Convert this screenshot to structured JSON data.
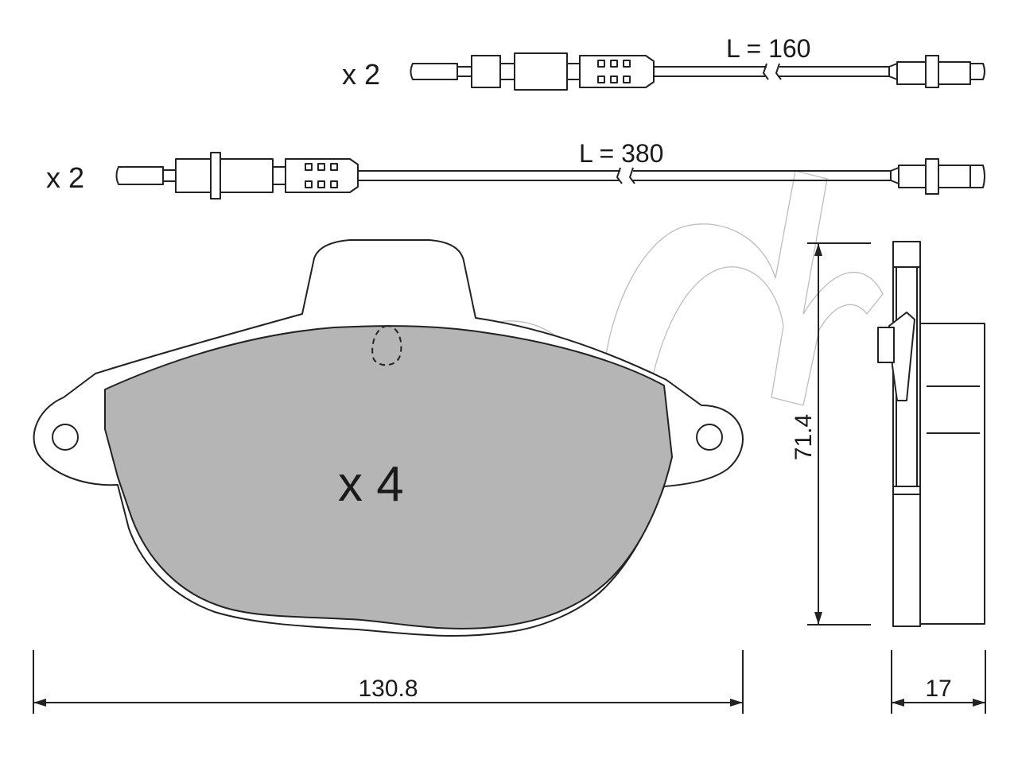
{
  "sensors": [
    {
      "count_label": "x 2",
      "length_label": "L = 160"
    },
    {
      "count_label": "x 2",
      "length_label": "L = 380"
    }
  ],
  "pad": {
    "count_label": "x 4"
  },
  "dimensions": {
    "width": "130.8",
    "height": "71.4",
    "thickness": "17"
  },
  "colors": {
    "friction_fill": "#b5b5b5",
    "line": "#222222",
    "watermark": "#bdbdbd"
  }
}
